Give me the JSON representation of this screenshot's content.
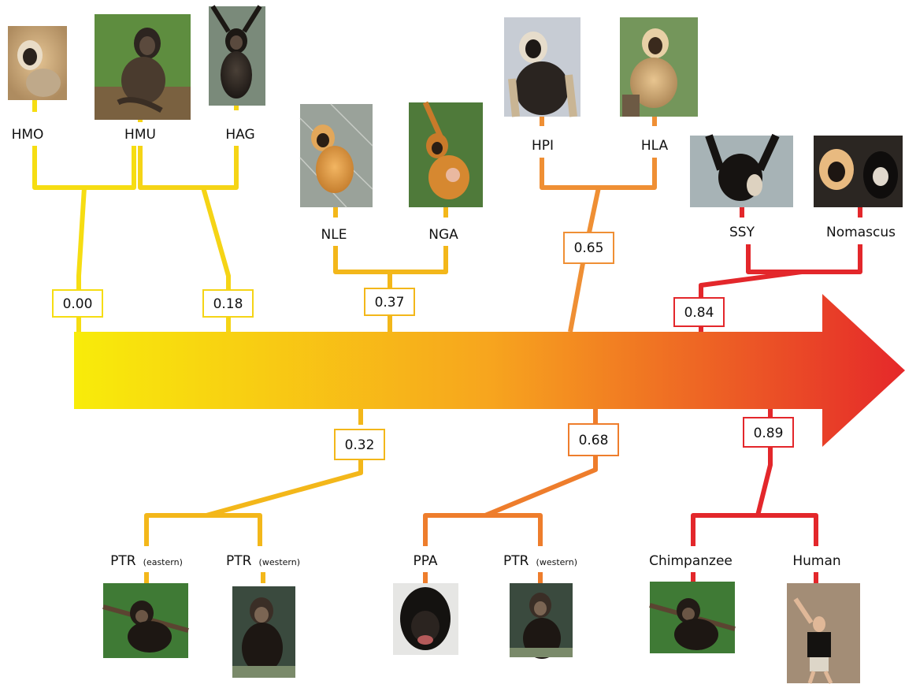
{
  "diagram": {
    "colors": {
      "arrow_start": "#f8ec0a",
      "arrow_mid": "#f7a51e",
      "arrow_end": "#e5282a",
      "yellow": "#f6dd12",
      "gold": "#f3b71a",
      "orange": "#ef8f34",
      "red": "#e3272b"
    },
    "top_labels": {
      "hmo": "HMO",
      "hmu": "HMU",
      "hag": "HAG",
      "nle": "NLE",
      "nga": "NGA",
      "hpi": "HPI",
      "hla": "HLA",
      "ssy": "SSY",
      "nomascus": "Nomascus"
    },
    "bottom_labels": {
      "ptr_east_main": "PTR",
      "ptr_east_sub": "(eastern)",
      "ptr_west_a_main": "PTR",
      "ptr_west_a_sub": "(western)",
      "ppa": "PPA",
      "ptr_west_b_main": "PTR",
      "ptr_west_b_sub": "(western)",
      "chimpanzee": "Chimpanzee",
      "human": "Human"
    },
    "values": {
      "v000": "0.00",
      "v018": "0.18",
      "v037": "0.37",
      "v065": "0.65",
      "v084": "0.84",
      "v032": "0.32",
      "v068": "0.68",
      "v089": "0.89"
    },
    "photos": {
      "hmo": "gibbon-photo",
      "hmu": "gibbon-photo",
      "hag": "gibbon-photo",
      "nle": "gibbon-photo",
      "nga": "gibbon-photo",
      "hpi": "gibbon-photo",
      "hla": "gibbon-photo",
      "ssy": "siamang-photo",
      "nomascus": "gibbon-photo",
      "ptr_east": "chimpanzee-photo",
      "ptr_west_a": "chimpanzee-photo",
      "ppa": "bonobo-photo",
      "ptr_west_b": "chimpanzee-photo",
      "chimpanzee": "chimpanzee-photo",
      "human": "human-photo"
    }
  }
}
